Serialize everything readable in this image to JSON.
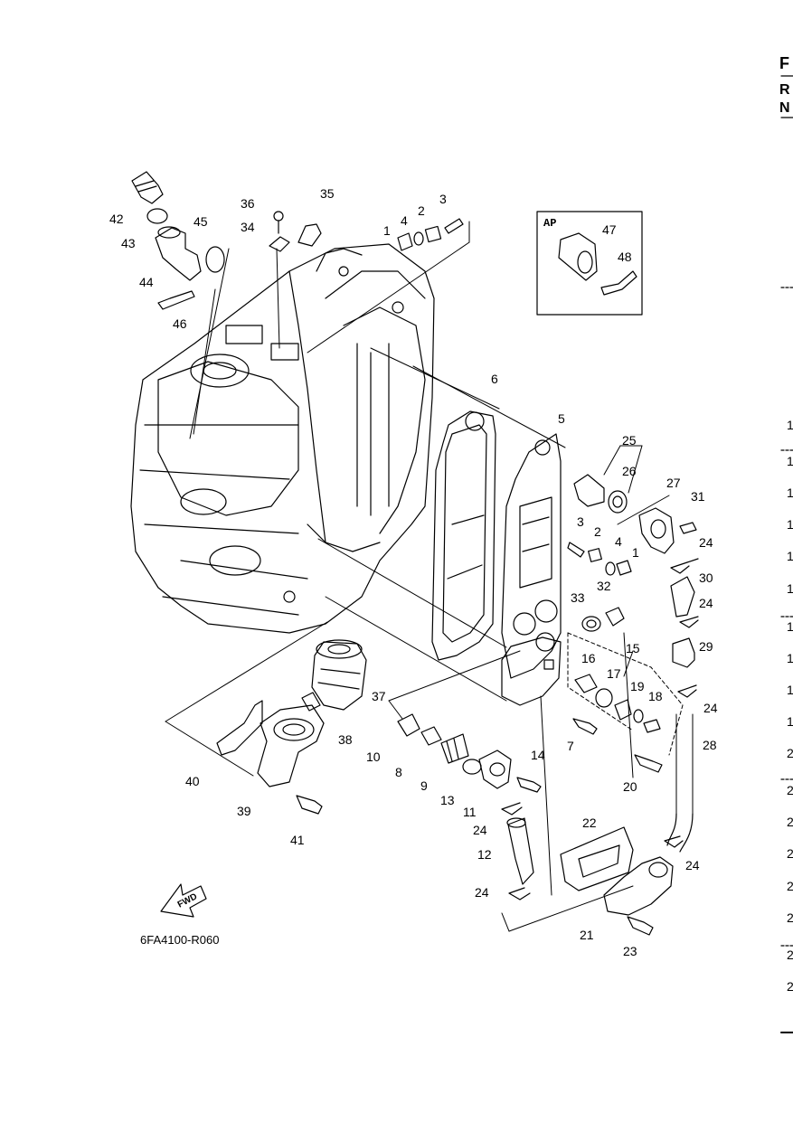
{
  "edge": {
    "header_letters": [
      "F",
      "R",
      "N"
    ],
    "row_numbers": [
      "1",
      "1",
      "1",
      "1",
      "1",
      "1",
      "1",
      "1",
      "1",
      "1",
      "2",
      "2",
      "2",
      "2",
      "2",
      "2",
      "2",
      "2"
    ]
  },
  "inset": {
    "label": "AP"
  },
  "direction_arrow": {
    "label": "FWD"
  },
  "diagram_code": "6FA4100-R060",
  "parts": [
    {
      "label": "42"
    },
    {
      "label": "43"
    },
    {
      "label": "44"
    },
    {
      "label": "45"
    },
    {
      "label": "46"
    },
    {
      "label": "36"
    },
    {
      "label": "35"
    },
    {
      "label": "34"
    },
    {
      "label": "1"
    },
    {
      "label": "4"
    },
    {
      "label": "2"
    },
    {
      "label": "3"
    },
    {
      "label": "47"
    },
    {
      "label": "48"
    },
    {
      "label": "6"
    },
    {
      "label": "5"
    },
    {
      "label": "25"
    },
    {
      "label": "26"
    },
    {
      "label": "27"
    },
    {
      "label": "31"
    },
    {
      "label": "3"
    },
    {
      "label": "2"
    },
    {
      "label": "4"
    },
    {
      "label": "1"
    },
    {
      "label": "24"
    },
    {
      "label": "30"
    },
    {
      "label": "33"
    },
    {
      "label": "32"
    },
    {
      "label": "24"
    },
    {
      "label": "29"
    },
    {
      "label": "16"
    },
    {
      "label": "15"
    },
    {
      "label": "17"
    },
    {
      "label": "19"
    },
    {
      "label": "18"
    },
    {
      "label": "24"
    },
    {
      "label": "7"
    },
    {
      "label": "28"
    },
    {
      "label": "37"
    },
    {
      "label": "38"
    },
    {
      "label": "10"
    },
    {
      "label": "8"
    },
    {
      "label": "9"
    },
    {
      "label": "13"
    },
    {
      "label": "14"
    },
    {
      "label": "11"
    },
    {
      "label": "20"
    },
    {
      "label": "40"
    },
    {
      "label": "39"
    },
    {
      "label": "41"
    },
    {
      "label": "24"
    },
    {
      "label": "12"
    },
    {
      "label": "22"
    },
    {
      "label": "24"
    },
    {
      "label": "24"
    },
    {
      "label": "21"
    },
    {
      "label": "23"
    }
  ]
}
